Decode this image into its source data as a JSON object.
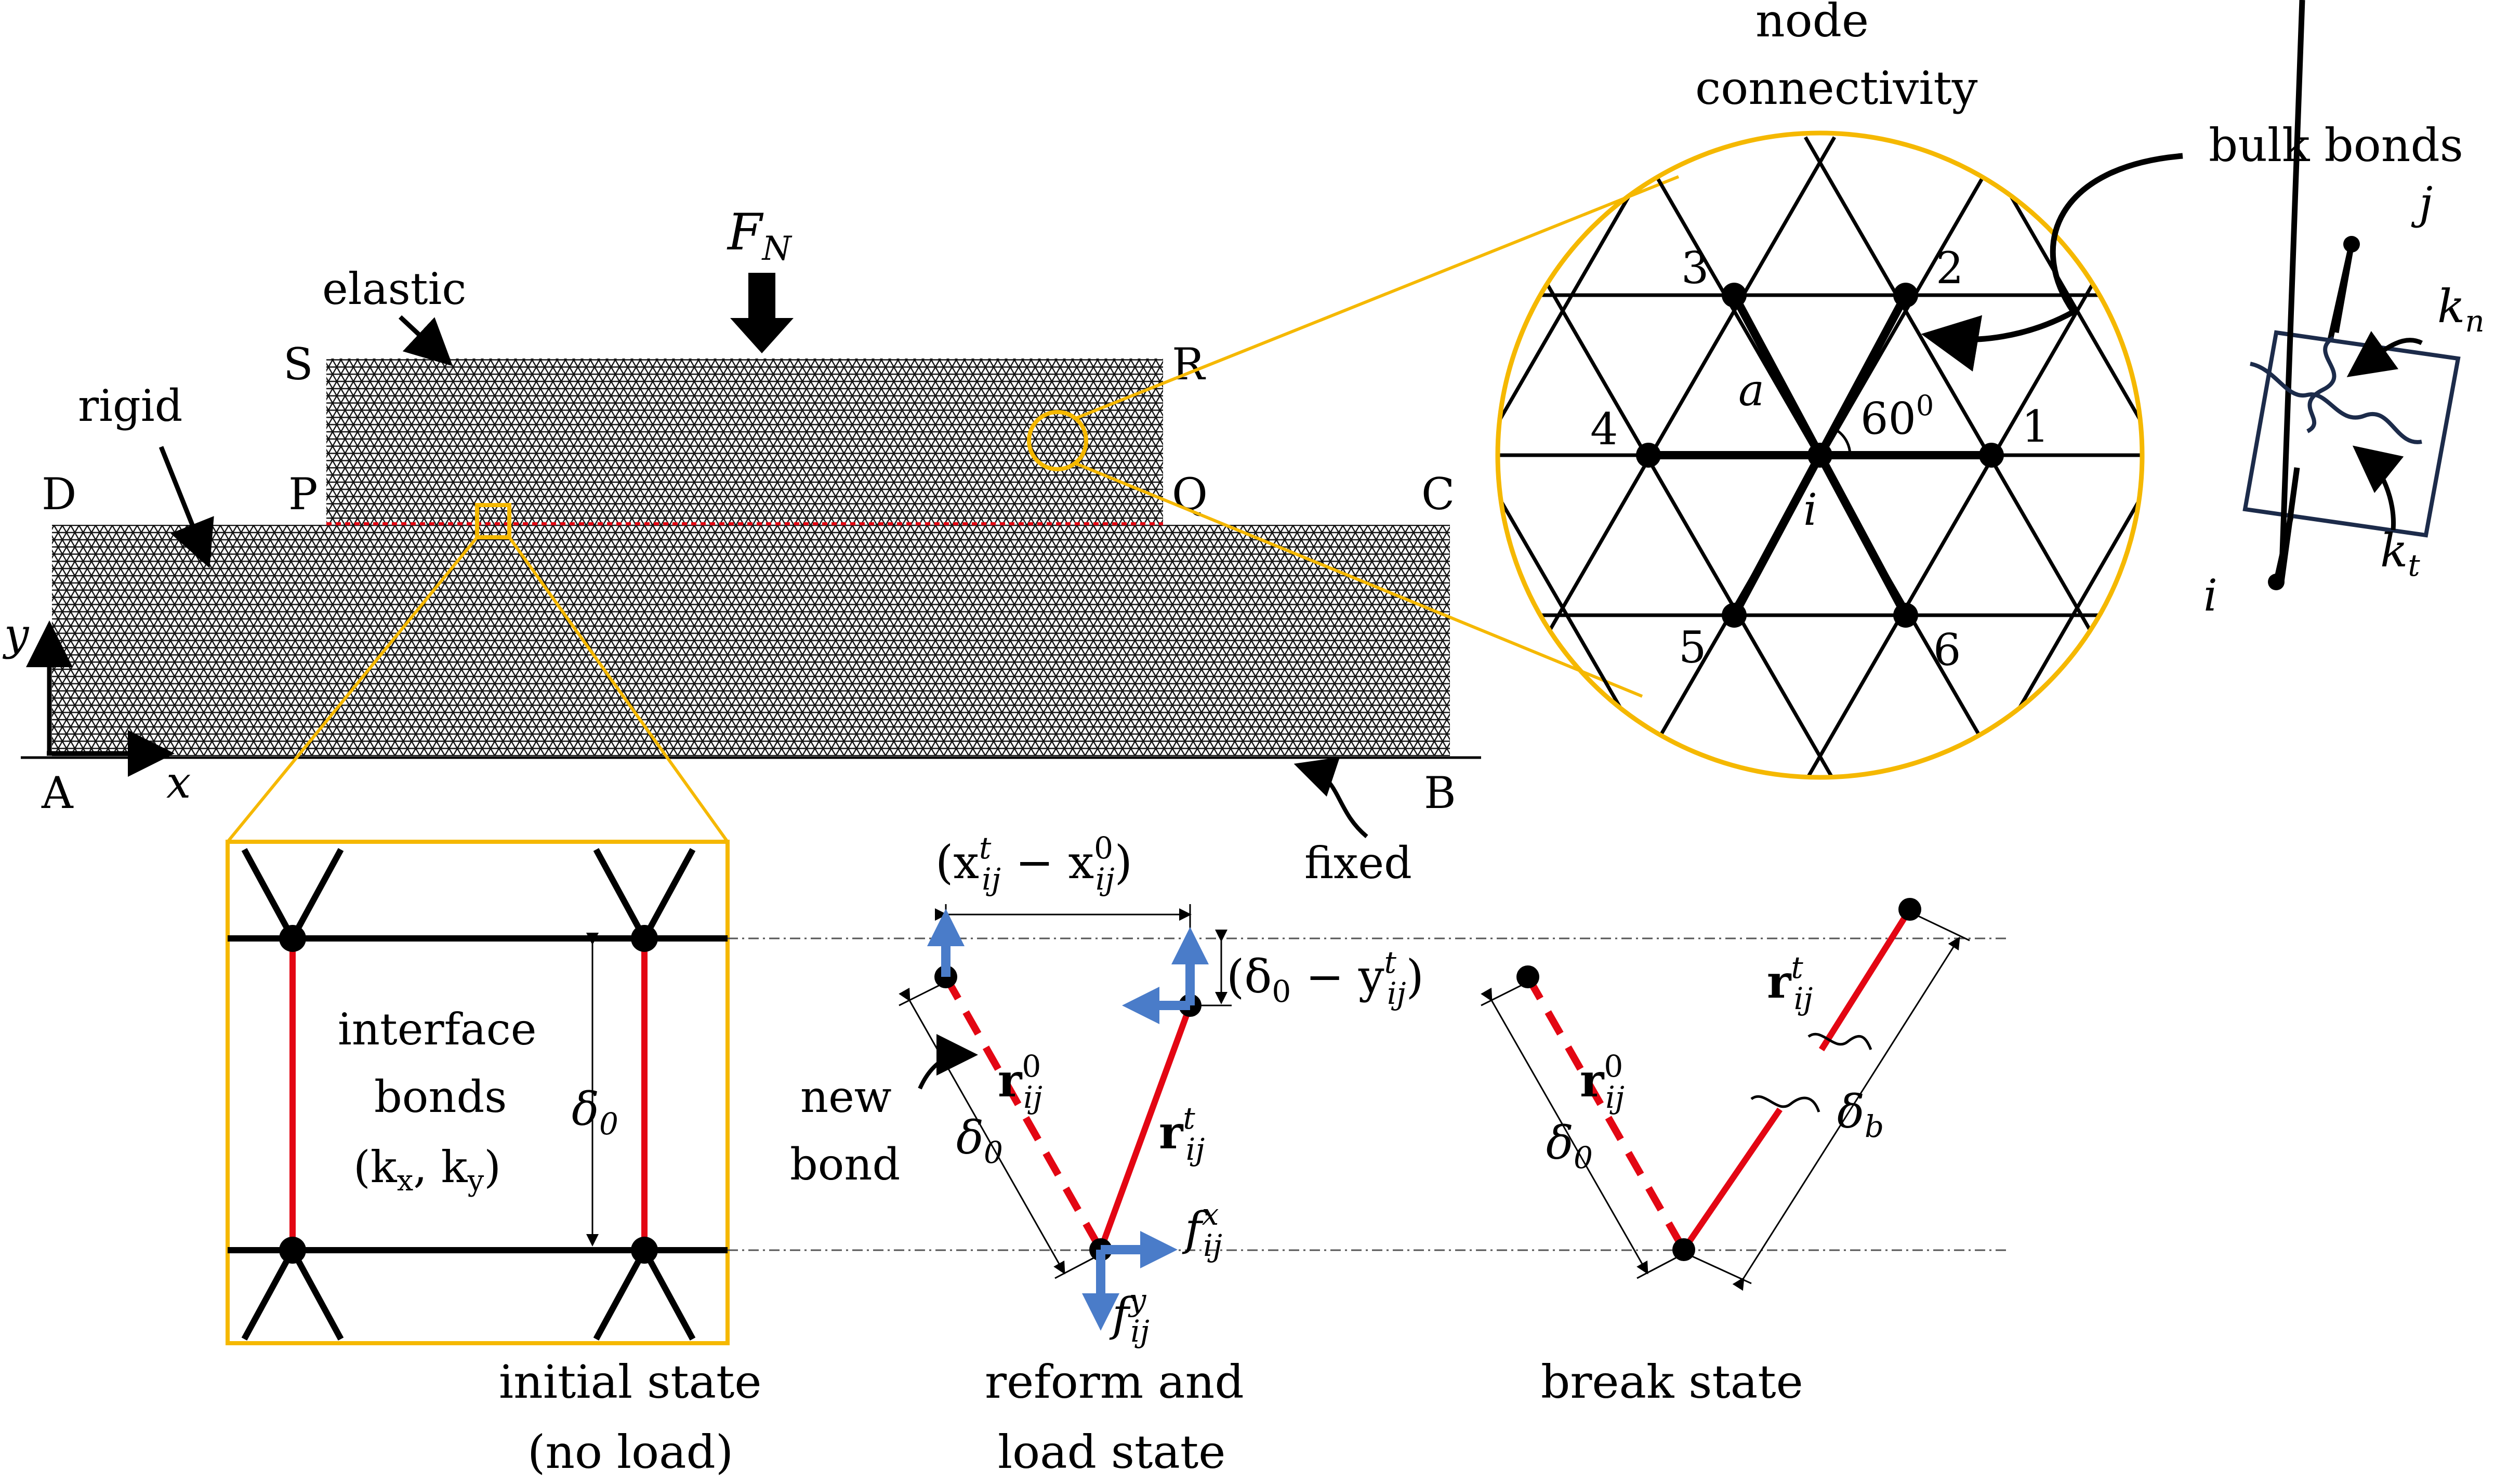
{
  "colors": {
    "lattice": "#111111",
    "interface": "#e30613",
    "zoom": "#f5b800",
    "arrow_blue": "#4a7cc9",
    "spring_box": "#1c2b4a",
    "bond_red": "#e30613"
  },
  "labels": {
    "force": "F",
    "force_sub": "N",
    "elastic": "elastic",
    "rigid": "rigid",
    "fixed": "fixed",
    "corners": {
      "S": "S",
      "R": "R",
      "P": "P",
      "Q": "Q",
      "D": "D",
      "C": "C",
      "A": "A",
      "B": "B"
    },
    "axis_x": "x",
    "axis_y": "y"
  },
  "connectivity": {
    "title_line1": "node",
    "title_line2": "connectivity",
    "bulk_bonds": "bulk bonds",
    "node_numbers": [
      "1",
      "2",
      "3",
      "4",
      "5",
      "6"
    ],
    "center": "i",
    "spacing": "a",
    "angle": "60",
    "angle_sup": "0"
  },
  "spring": {
    "j": "j",
    "i": "i",
    "kn": "k",
    "kn_sub": "n",
    "kt": "k",
    "kt_sub": "t"
  },
  "initial": {
    "bonds_line1": "interface",
    "bonds_line2": "bonds",
    "bonds_line3": "(k",
    "bonds_line3_sub_x": "x",
    "bonds_line3_mid": ", k",
    "bonds_line3_sub_y": "y",
    "bonds_line3_end": ")",
    "delta": "δ",
    "delta_sub": "0",
    "caption_line1": "initial state",
    "caption_line2": "(no load)"
  },
  "reform": {
    "dx_label": "(x",
    "dx_sup": "t",
    "dx_sub": "ij",
    "dx_minus": " − x",
    "dx_sup0": "0",
    "dx_end": ")",
    "dy_label": "(δ",
    "dy_sub0": "0",
    "dy_minus": " − y",
    "dy_sup": "t",
    "dy_sub": "ij",
    "dy_end": ")",
    "new_bond_line1": "new",
    "new_bond_line2": "bond",
    "r0": "r",
    "r0_sup": "0",
    "r0_sub": "ij",
    "rt": "r",
    "rt_sup": "t",
    "rt_sub": "ij",
    "delta": "δ",
    "delta_sub": "0",
    "fx": "f",
    "fx_sup": "x",
    "fx_sub": "ij",
    "fy": "f",
    "fy_sup": "y",
    "fy_sub": "ij",
    "caption_line1": "reform and",
    "caption_line2": "load state"
  },
  "break": {
    "r0": "r",
    "r0_sup": "0",
    "r0_sub": "ij",
    "rt": "r",
    "rt_sup": "t",
    "rt_sub": "ij",
    "delta0": "δ",
    "delta0_sub": "0",
    "deltab": "δ",
    "deltab_sub": "b",
    "caption": "break state"
  }
}
